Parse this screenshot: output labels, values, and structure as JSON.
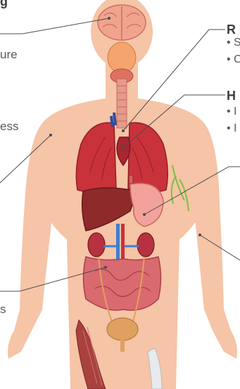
{
  "labels": {
    "top_left_fragment": "g",
    "left_1": "ure",
    "left_2": "ess",
    "left_3": "s",
    "right_heading_1": "R",
    "right_bullet_1a": "• S",
    "right_bullet_1b": "• C",
    "right_heading_2": "H",
    "right_bullet_2a": "• I",
    "right_bullet_2b": "• I"
  },
  "colors": {
    "skin": "#f6c4a6",
    "organ_red": "#c9323a",
    "organ_dark": "#8f1f27",
    "brain": "#f0a48e",
    "stomach": "#f2a29a",
    "vessel_blue": "#3a7fd5",
    "intestine": "#d96a70",
    "bladder": "#e0a060",
    "muscle": "#a9413f",
    "pointer_line": "#4a4d52"
  }
}
